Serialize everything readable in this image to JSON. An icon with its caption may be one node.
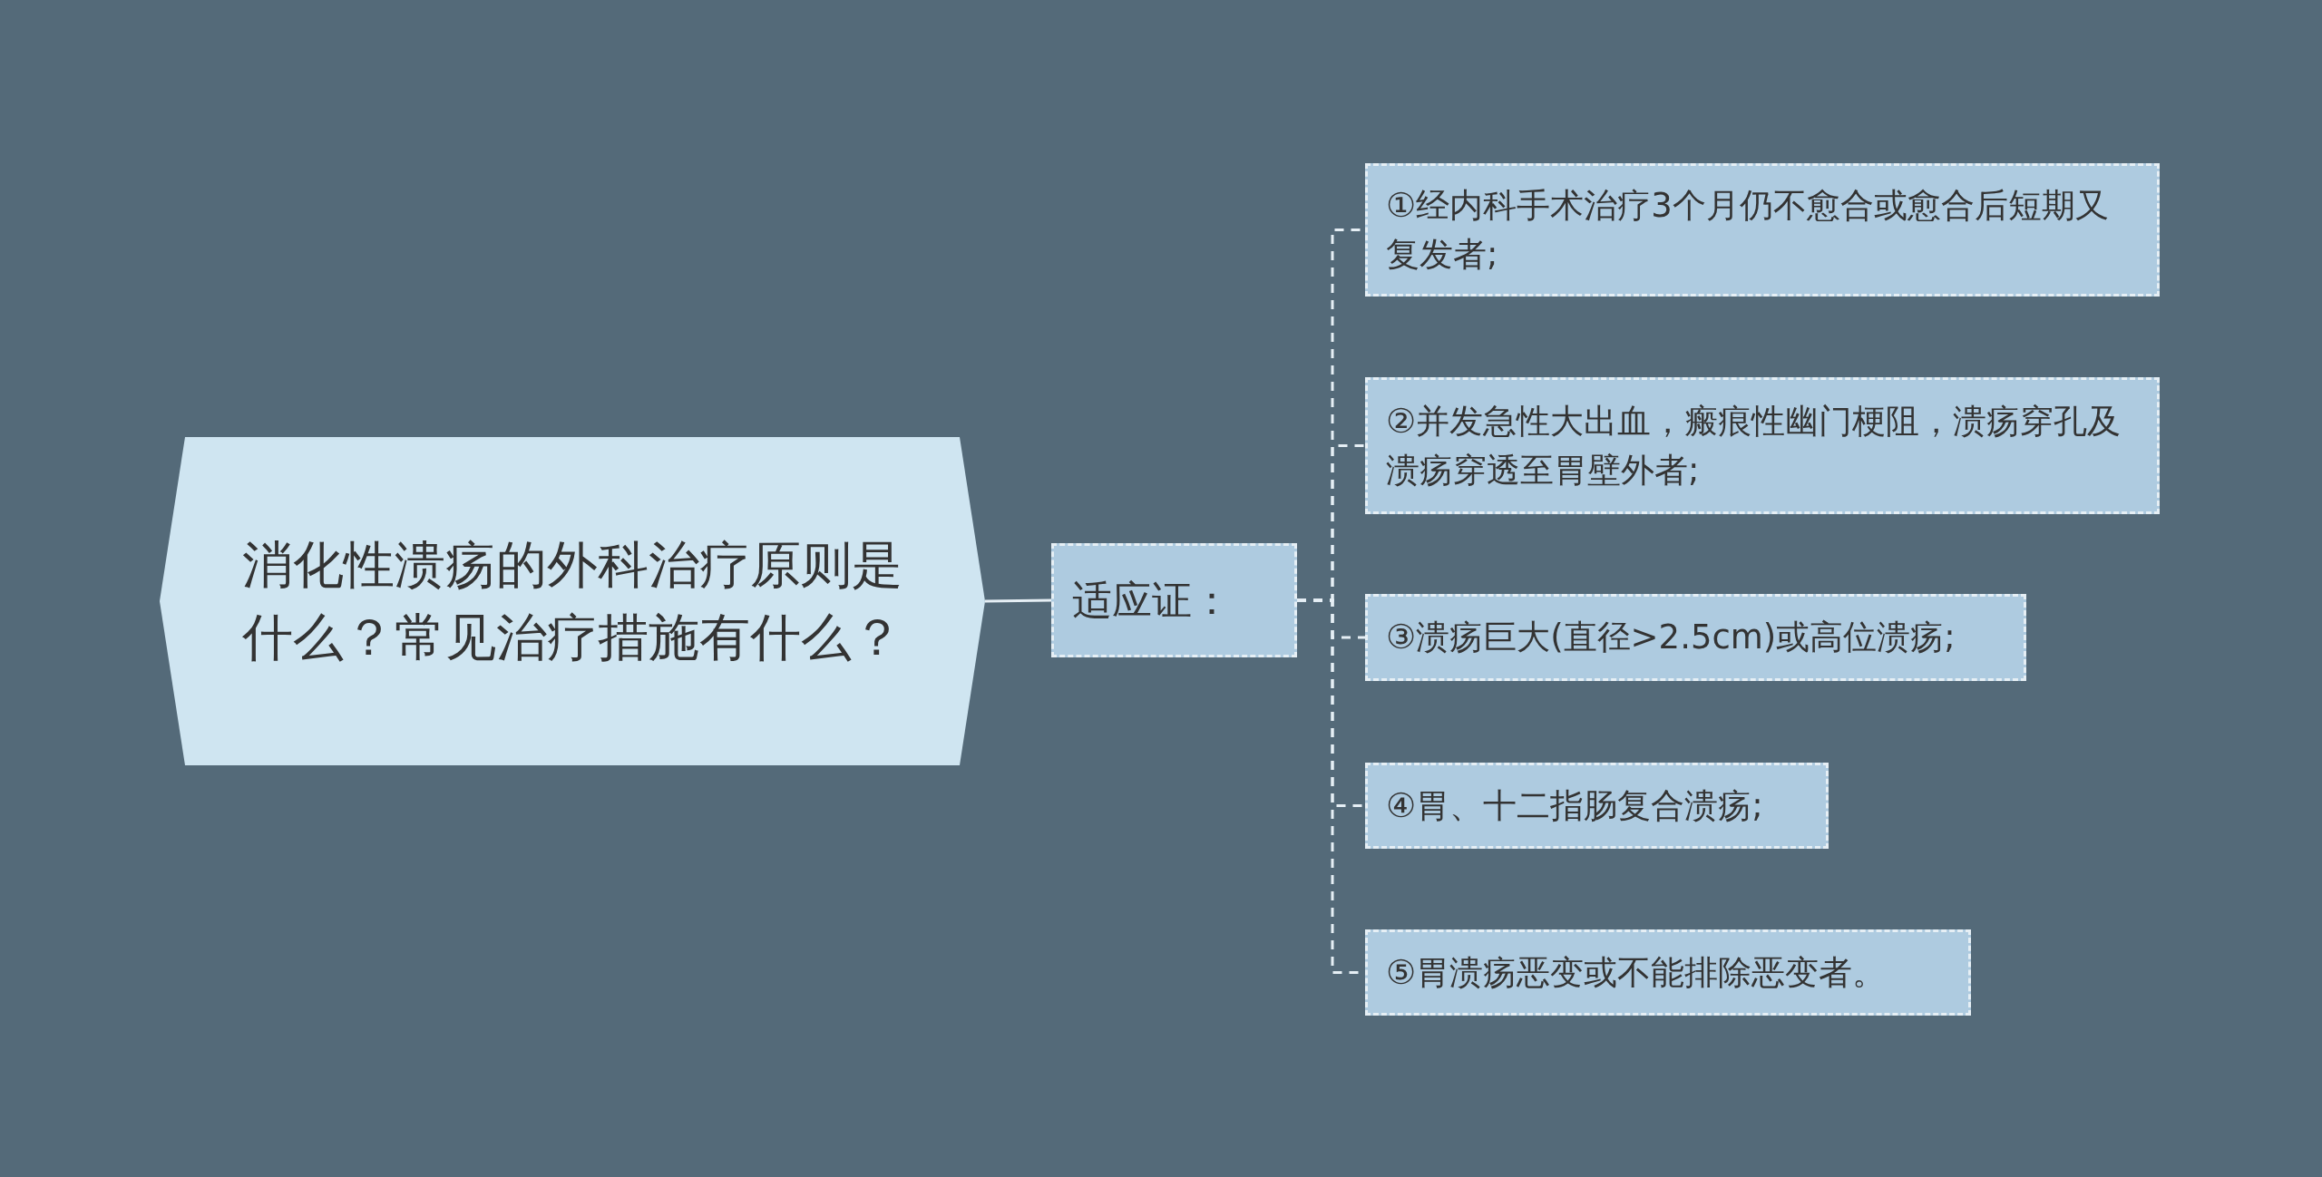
{
  "diagram": {
    "nodes": [
      {
        "text": [
          "消化性溃疡的外科治疗原则是什么？常见治疗措施有什么？"
        ]
      },
      {
        "text": [
          "适应证："
        ]
      },
      {
        "text": [
          "①经内科手术治疗3个月仍不愈合或愈合后短期又复发者;"
        ]
      },
      {
        "text": [
          "②并发急性大出血，瘢痕性幽门梗阻，溃疡穿孔及溃疡穿透至胃壁外者;"
        ]
      },
      {
        "text": [
          "③溃疡巨大(直径>2.5cm)或高位溃疡;"
        ]
      },
      {
        "text": [
          "④胃、十二指肠复合溃疡;"
        ]
      },
      {
        "text": [
          "⑤胃溃疡恶变或不能排除恶变者。"
        ]
      }
    ],
    "edges": [
      {
        "from": 0,
        "to": 1,
        "arrow": "none"
      },
      {
        "from": 1,
        "to": 2,
        "arrow": "none",
        "style": "dashed"
      },
      {
        "from": 1,
        "to": 3,
        "arrow": "none",
        "style": "dashed"
      },
      {
        "from": 1,
        "to": 4,
        "arrow": "none",
        "style": "dashed"
      },
      {
        "from": 1,
        "to": 5,
        "arrow": "none",
        "style": "dashed"
      },
      {
        "from": 1,
        "to": 6,
        "arrow": "none",
        "style": "dashed"
      }
    ]
  }
}
